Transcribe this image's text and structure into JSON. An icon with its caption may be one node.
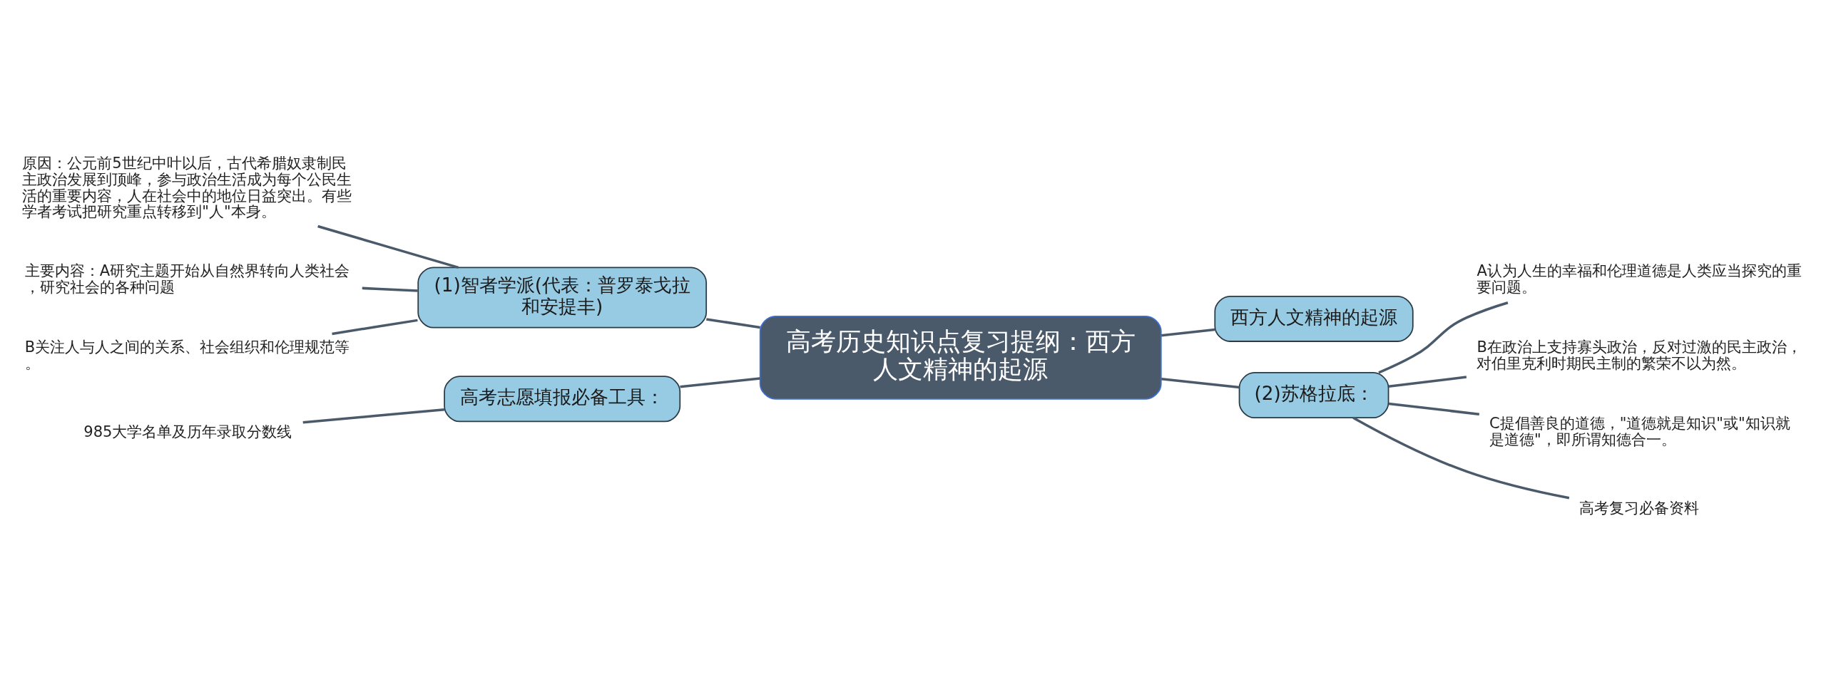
{
  "diagram": {
    "nodes": [
      {
        "text": [
          "高考历史知识点复习提纲：西方人文精神的起源"
        ]
      },
      {
        "text": [
          "(1)智者学派(代表：普罗泰戈拉和安提丰)"
        ]
      },
      {
        "text": [
          "原因：公元前5世纪中叶以后，古代希腊奴隶制民主政治发展到顶峰，参与政治生活成为每个公民生活的重要内容，人在社会中的地位日益突出。有些学者考试把研究重点转移到\"人\"本身。"
        ]
      },
      {
        "text": [
          "主要内容：A研究主题开始从自然界转向人类社会，研究社会的各种问题"
        ]
      },
      {
        "text": [
          "B关注人与人之间的关系、社会组织和伦理规范等。"
        ]
      },
      {
        "text": [
          "高考志愿填报必备工具："
        ]
      },
      {
        "text": [
          "985大学名单及历年录取分数线"
        ]
      },
      {
        "text": [
          "西方人文精神的起源"
        ]
      },
      {
        "text": [
          "(2)苏格拉底："
        ]
      },
      {
        "text": [
          "A认为人生的幸福和伦理道德是人类应当探究的重要问题。"
        ]
      },
      {
        "text": [
          "B在政治上支持寡头政治，反对过激的民主政治，对伯里克利时期民主制的繁荣不以为然。"
        ]
      },
      {
        "text": [
          "C提倡善良的道德，\"道德就是知识\"或\"知识就是道德\"，即所谓知德合一。"
        ]
      },
      {
        "text": [
          "高考复习必备资料"
        ]
      }
    ],
    "edges": [
      {
        "from": 2,
        "to": 1,
        "arrow": "none"
      },
      {
        "from": 3,
        "to": 1,
        "arrow": "none"
      },
      {
        "from": 4,
        "to": 1,
        "arrow": "none"
      },
      {
        "from": 1,
        "to": 0,
        "arrow": "none"
      },
      {
        "from": 6,
        "to": 5,
        "arrow": "none"
      },
      {
        "from": 5,
        "to": 0,
        "arrow": "none"
      },
      {
        "from": 0,
        "to": 7,
        "arrow": "none"
      },
      {
        "from": 0,
        "to": 8,
        "arrow": "none"
      },
      {
        "from": 8,
        "to": 9,
        "arrow": "none"
      },
      {
        "from": 8,
        "to": 10,
        "arrow": "none"
      },
      {
        "from": 8,
        "to": 11,
        "arrow": "none"
      },
      {
        "from": 8,
        "to": 12,
        "arrow": "none"
      }
    ]
  }
}
